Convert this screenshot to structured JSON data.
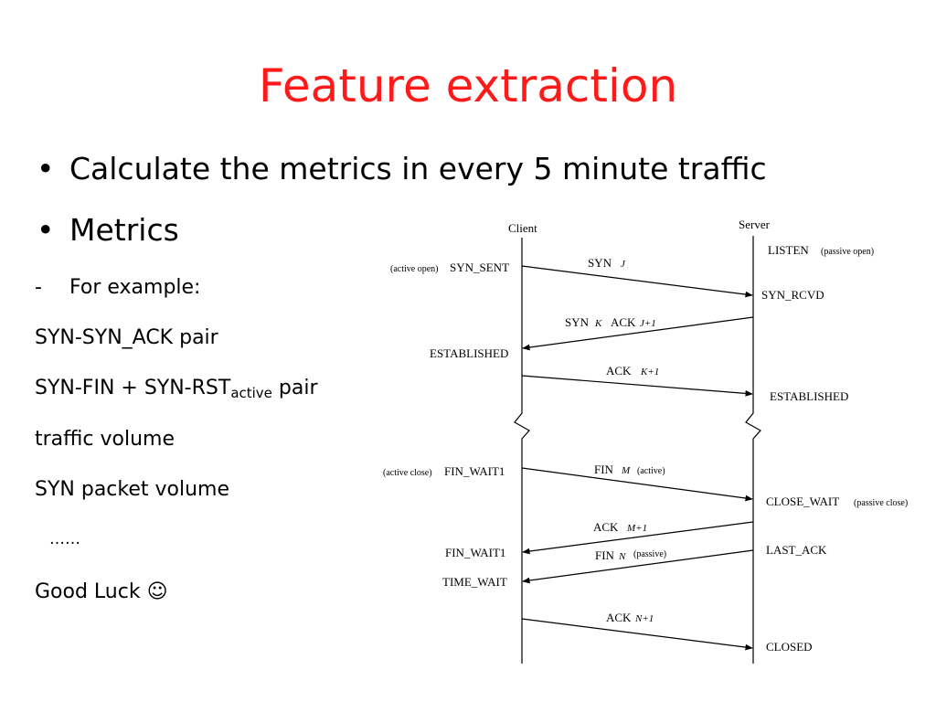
{
  "slide": {
    "title": "Feature extraction",
    "bullets": [
      {
        "mark": "•",
        "text": "Calculate the metrics in every 5 minute traffic"
      },
      {
        "mark": "•",
        "text": "Metrics"
      }
    ],
    "lines": {
      "for_example_dash": "-",
      "for_example": "For example:",
      "syn_ack_pair": "SYN-SYN_ACK pair",
      "syn_fin_prefix": "SYN-FIN + SYN-RST",
      "syn_fin_sub": "active",
      "syn_fin_suffix": " pair",
      "traffic_volume": "traffic volume",
      "syn_packet_volume": "SYN packet volume",
      "ellipsis": "……",
      "good_luck": "Good Luck ☺"
    }
  },
  "diagram": {
    "client_header": "Client",
    "server_header": "Server",
    "client_states": {
      "active_open_note": "(active open)",
      "syn_sent": "SYN_SENT",
      "established": "ESTABLISHED",
      "active_close_note": "(active close)",
      "fin_wait1_a": "FIN_WAIT1",
      "fin_wait1_b": "FIN_WAIT1",
      "time_wait": "TIME_WAIT"
    },
    "server_states": {
      "listen": "LISTEN",
      "passive_open_note": "(passive open)",
      "syn_rcvd": "SYN_RCVD",
      "established": "ESTABLISHED",
      "close_wait": "CLOSE_WAIT",
      "passive_close_note": "(passive close)",
      "last_ack": "LAST_ACK",
      "closed": "CLOSED"
    },
    "messages": {
      "syn": "SYN",
      "syn_j": "J",
      "synack_syn": "SYN",
      "synack_k": "K",
      "synack_ack": "ACK",
      "synack_j1": "J+1",
      "ack1": "ACK",
      "ack1_k1": "K+1",
      "fin": "FIN",
      "fin_m": "M",
      "fin_active": "(active)",
      "ack2": "ACK",
      "ack2_m1": "M+1",
      "fin2": "FIN",
      "fin2_n": "N",
      "fin2_passive": "(passive)",
      "ack3": "ACK",
      "ack3_n1": "N+1"
    }
  }
}
